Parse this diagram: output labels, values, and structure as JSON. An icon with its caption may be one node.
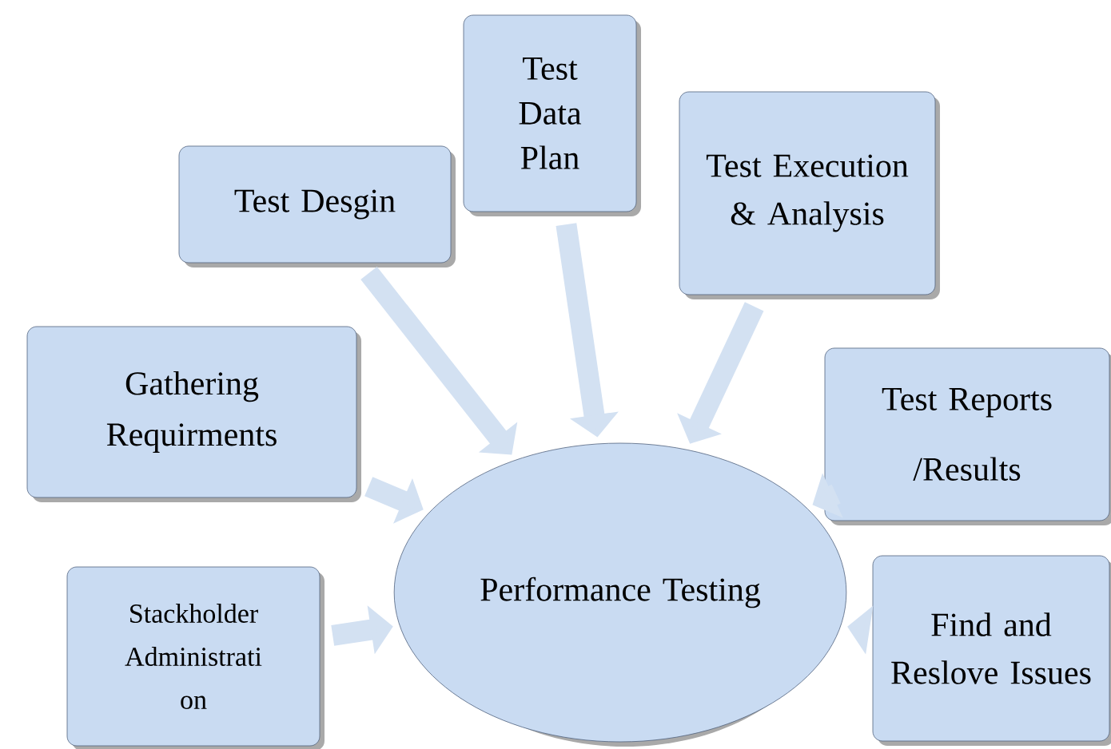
{
  "diagram": {
    "nodes": [
      {
        "text": [
          "Test Data Plan"
        ]
      },
      {
        "text": [
          "Test Execution & Analysis"
        ]
      },
      {
        "text": [
          "Test Desgin"
        ]
      },
      {
        "text": [
          "Gathering Requirments"
        ]
      },
      {
        "text": [
          "Test Reports /Results"
        ]
      },
      {
        "text": [
          "Performance Testing"
        ]
      },
      {
        "text": [
          "Stackholder Administrati on"
        ]
      },
      {
        "text": [
          "Find and Reslove Issues"
        ]
      }
    ],
    "edges": [
      {
        "from": 0,
        "to": 5,
        "arrow": "to"
      },
      {
        "from": 1,
        "to": 5,
        "arrow": "to"
      },
      {
        "from": 2,
        "to": 5,
        "arrow": "to"
      },
      {
        "from": 3,
        "to": 5,
        "arrow": "to"
      },
      {
        "from": 4,
        "to": 5,
        "arrow": "to"
      },
      {
        "from": 6,
        "to": 5,
        "arrow": "to"
      },
      {
        "from": 7,
        "to": 5,
        "arrow": "to"
      }
    ]
  }
}
